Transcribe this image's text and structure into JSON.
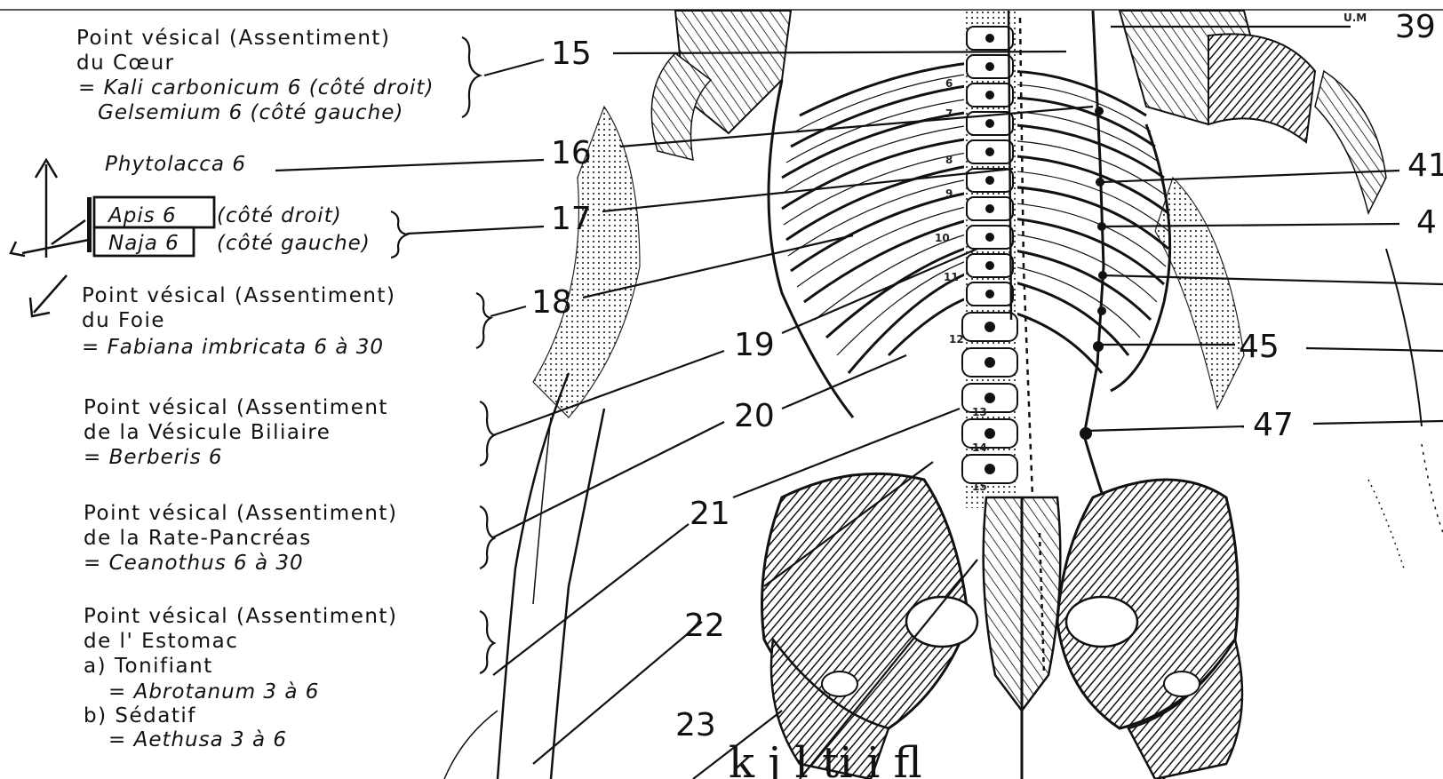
{
  "notes": [
    {
      "id": "15",
      "lines": [
        "Point vésical  (Assentiment)",
        "du Cœur",
        "= Kali carbonicum 6 (côté droit)",
        "Gelsemium 6  (côté gauche)"
      ]
    },
    {
      "id": "16",
      "lines": [
        "Phytolacca 6"
      ]
    },
    {
      "id": "17",
      "lines": [
        "Apis 6",
        "(côté droit)",
        "Naja 6",
        "(côté gauche)"
      ]
    },
    {
      "id": "18",
      "lines": [
        "Point vésical  (Assentiment)",
        "du Foie",
        "= Fabiana imbricata 6 à 30"
      ]
    },
    {
      "id": "19",
      "lines": [
        "Point vésical  (Assentiment",
        "de la Vésicule Biliaire",
        "= Berberis  6"
      ]
    },
    {
      "id": "21",
      "lines": [
        "Point vésical  (Assentiment)",
        "de la Rate-Pancréas",
        "= Ceanothus  6 à 30"
      ]
    },
    {
      "id": "22",
      "lines": [
        "Point vésical  (Assentiment)",
        "de l' Estomac",
        "a)  Tonifiant",
        "= Abrotanum  3 à 6",
        "b)  Sédatif",
        "= Aethusa  3 à 6"
      ]
    }
  ],
  "point_numbers": [
    "15",
    "16",
    "17",
    "18",
    "19",
    "20",
    "21",
    "22",
    "23",
    "39",
    "41",
    "4",
    "45",
    "47"
  ],
  "vertebra_labels": [
    "6",
    "7",
    "8",
    "9",
    "10",
    "11",
    "12",
    "13",
    "14",
    "15"
  ],
  "corner_label": "U.M",
  "bottom_text": "k        j      l            ti      i   fl"
}
